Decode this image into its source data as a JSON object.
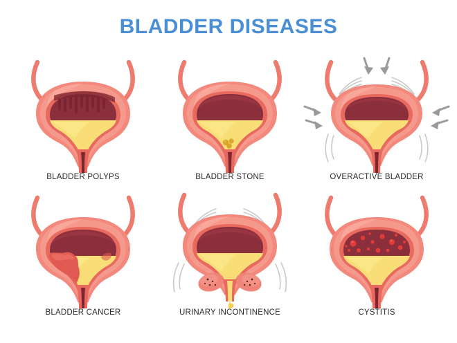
{
  "page": {
    "title": "BLADDER DISEASES",
    "background_color": "#ffffff",
    "title_color": "#4a8fd4",
    "label_color": "#2b2b2b"
  },
  "palette": {
    "ureter": "#ed7b6e",
    "wall_outer": "#f3887c",
    "wall_outer_light": "#f6998d",
    "wall_inner_rim": "#e8695e",
    "wall_highlight": "#f9a99c",
    "cavity": "#8c2f3c",
    "cavity_light": "#a03a46",
    "urine": "#f9de77",
    "urine_light": "#fce98f",
    "urethra_dark": "#7d2630",
    "stone": "#d9a62b",
    "polyp": "#7a2531",
    "tumor": "#e05a52",
    "inflammation": "#e03b36",
    "arrow_gray": "#9a9a9a",
    "motion_gray": "#c9c9c9",
    "gland": "#ef8578",
    "droplet": "#f6cf52"
  },
  "figures": [
    {
      "id": "bladder-polyps",
      "label": "BLADDER POLYPS",
      "row": 0,
      "column": 0,
      "feature": "polyps-on-upper-wall"
    },
    {
      "id": "bladder-stone",
      "label": "BLADDER STONE",
      "row": 0,
      "column": 1,
      "feature": "stone-cluster-in-urine"
    },
    {
      "id": "overactive-bladder",
      "label": "OVERACTIVE BLADDER",
      "row": 0,
      "column": 2,
      "feature": "inward-pressure-arrows-and-motion-lines",
      "arrow_count": 6
    },
    {
      "id": "bladder-cancer",
      "label": "BLADDER CANCER",
      "row": 1,
      "column": 0,
      "feature": "tumor-mass-on-lower-left-wall"
    },
    {
      "id": "urinary-incontinence",
      "label": "URINARY INCONTINENCE",
      "row": 1,
      "column": 1,
      "feature": "leaking-urine-droplets-with-sphincter-glands-and-motion-lines"
    },
    {
      "id": "cystitis",
      "label": "CYSTITIS",
      "row": 1,
      "column": 2,
      "feature": "inflammation-spots-on-cavity-wall"
    }
  ]
}
